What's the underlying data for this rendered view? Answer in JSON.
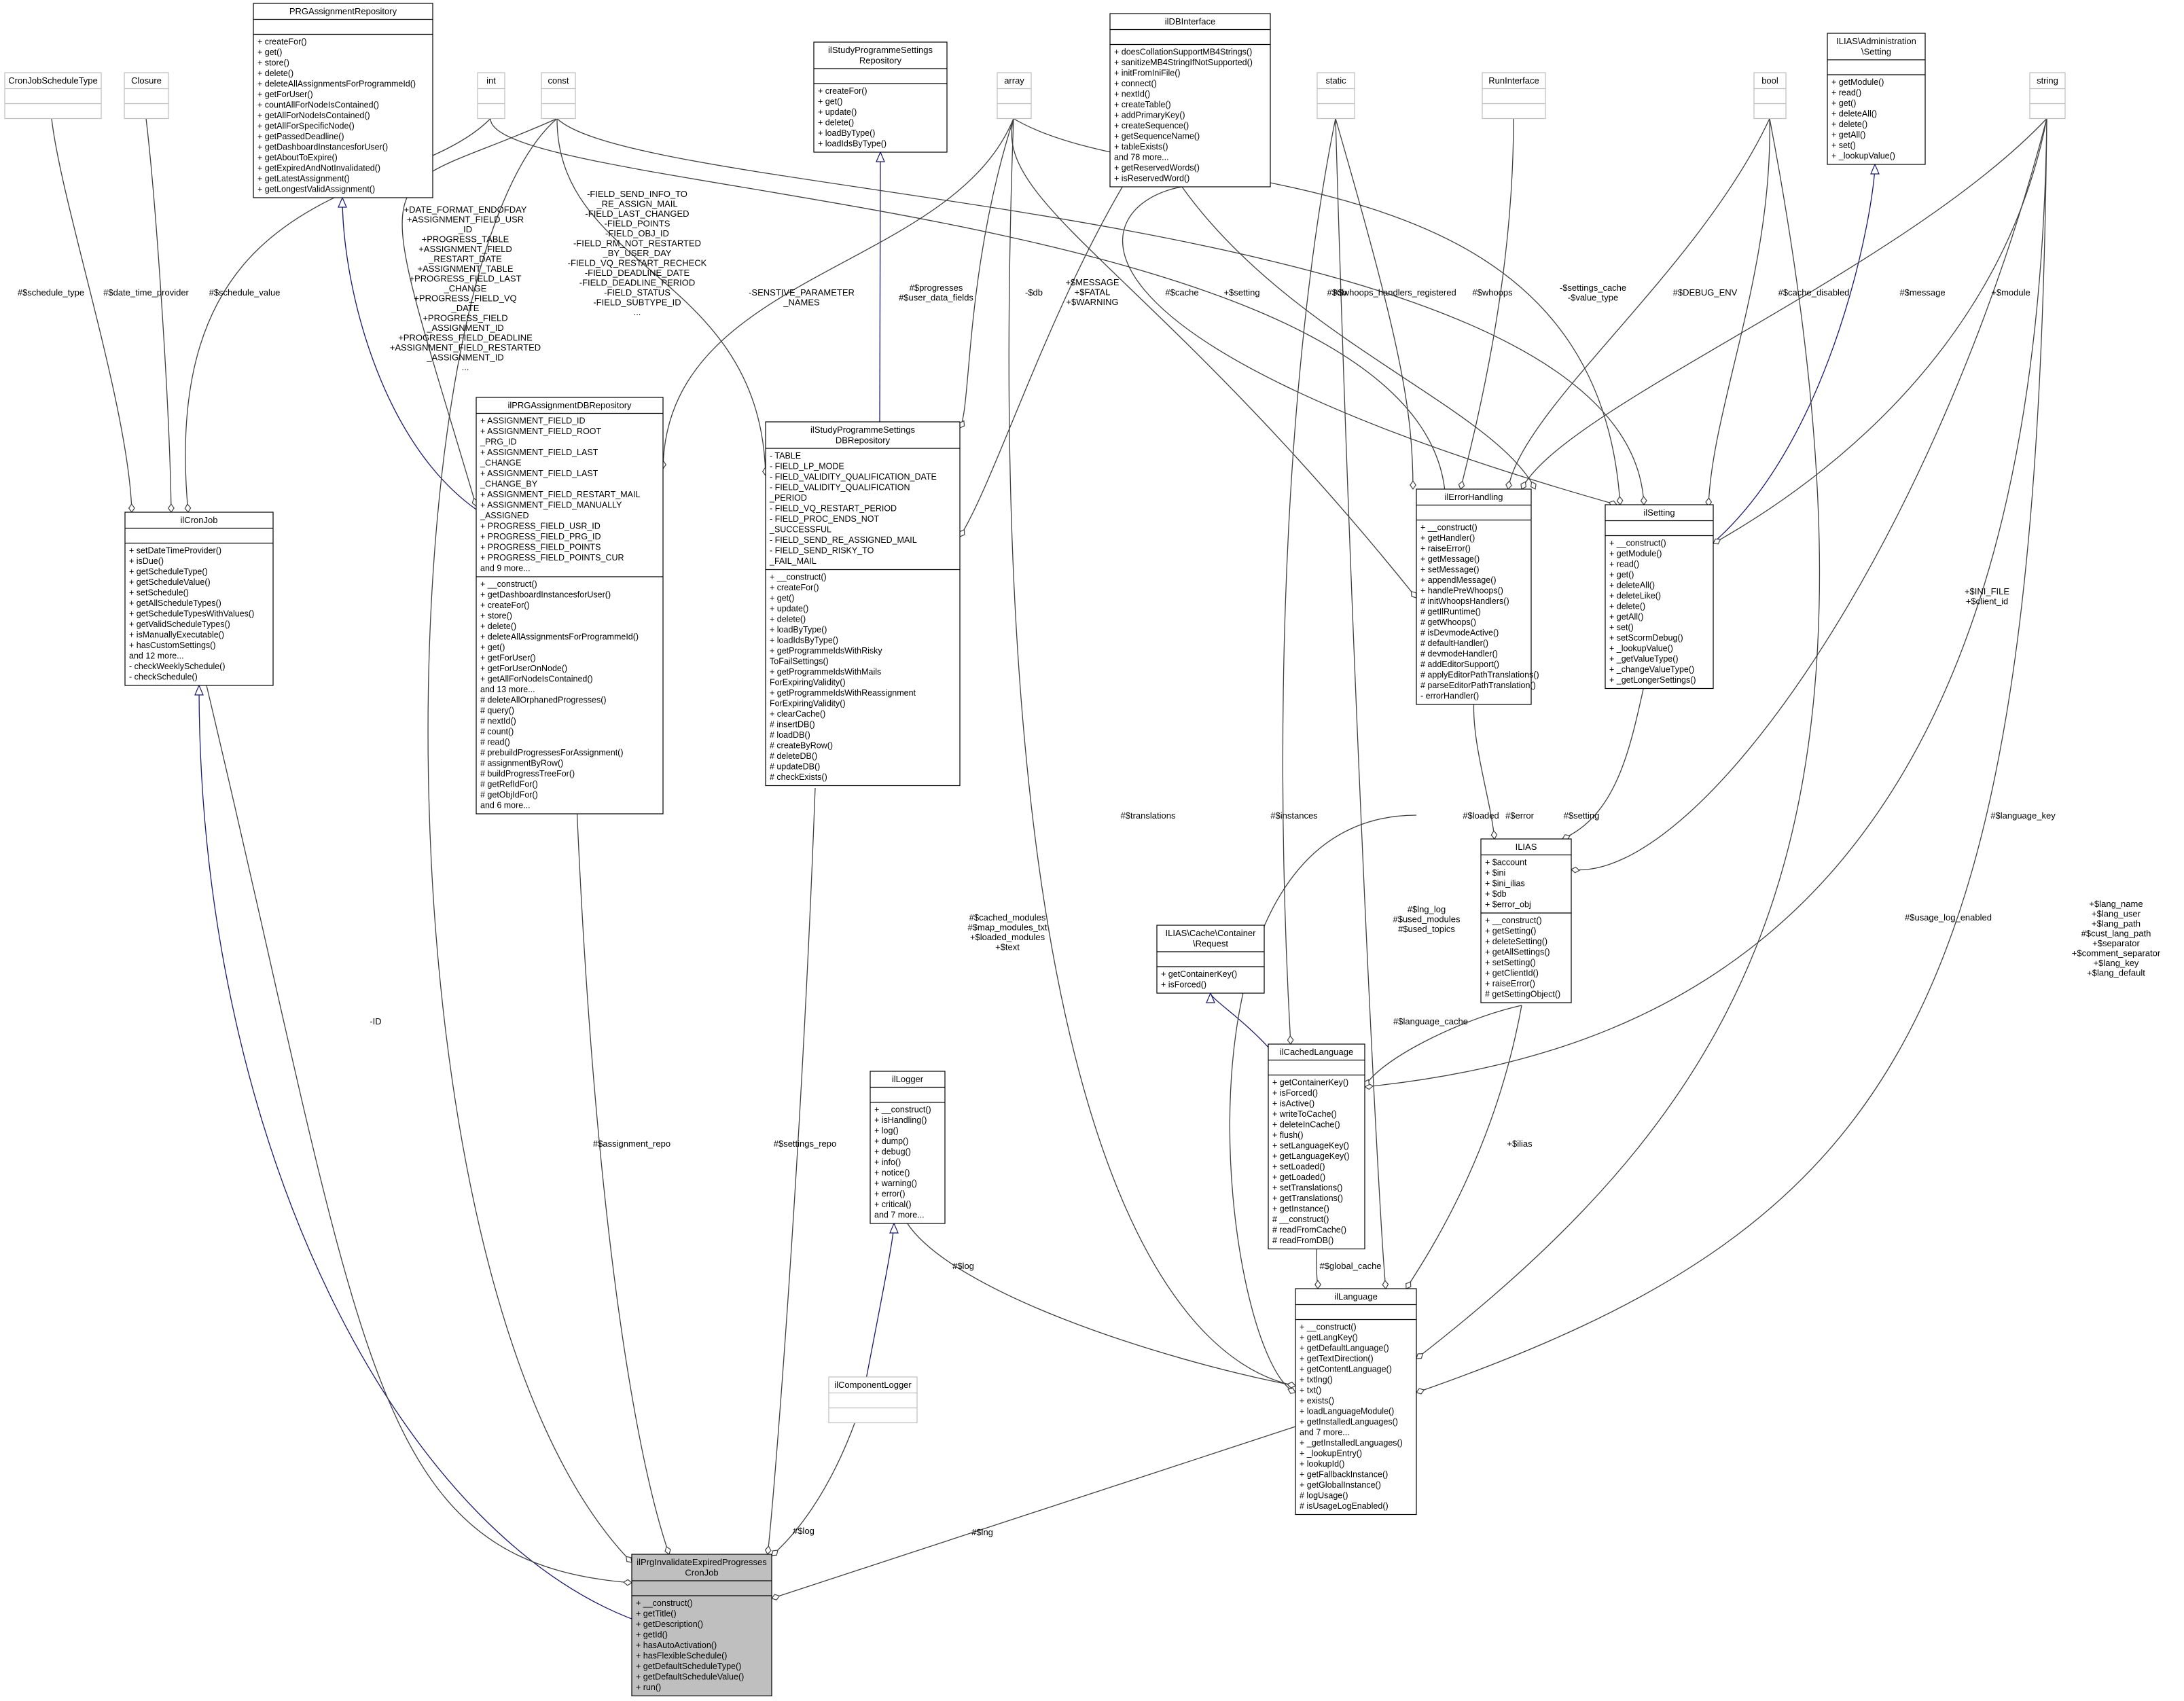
{
  "diagram": {
    "classes": [
      {
        "id": "PRGAssignmentRepository",
        "title": [
          "PRGAssignmentRepository"
        ],
        "attrs": [],
        "methods": [
          "+ createFor()",
          "+ get()",
          "+ store()",
          "+ delete()",
          "+ deleteAllAssignmentsForProgrammeId()",
          "+ getForUser()",
          "+ countAllForNodeIsContained()",
          "+ getAllForNodeIsContained()",
          "+ getAllForSpecificNode()",
          "+ getPassedDeadline()",
          "+ getDashboardInstancesforUser()",
          "+ getAboutToExpire()",
          "+ getExpiredAndNotInvalidated()",
          "+ getLatestAssignment()",
          "+ getLongestValidAssignment()"
        ]
      },
      {
        "id": "CronJobScheduleType",
        "title": [
          "CronJobScheduleType"
        ],
        "attrs": [],
        "methods": []
      },
      {
        "id": "Closure",
        "title": [
          "Closure"
        ],
        "attrs": [],
        "methods": []
      },
      {
        "id": "int",
        "title": [
          "int"
        ],
        "attrs": [],
        "methods": []
      },
      {
        "id": "const",
        "title": [
          "const"
        ],
        "attrs": [],
        "methods": []
      },
      {
        "id": "ilStudyProgrammeSettingsRepository",
        "title": [
          "ilStudyProgrammeSettings",
          "Repository"
        ],
        "attrs": [],
        "methods": [
          "+ createFor()",
          "+ get()",
          "+ update()",
          "+ delete()",
          "+ loadByType()",
          "+ loadIdsByType()"
        ]
      },
      {
        "id": "array",
        "title": [
          "array"
        ],
        "attrs": [],
        "methods": []
      },
      {
        "id": "ilDBInterface",
        "title": [
          "ilDBInterface"
        ],
        "attrs": [],
        "methods": [
          "+ doesCollationSupportMB4Strings()",
          "+ sanitizeMB4StringIfNotSupported()",
          "+ initFromIniFile()",
          "+ connect()",
          "+ nextId()",
          "+ createTable()",
          "+ addPrimaryKey()",
          "+ createSequence()",
          "+ getSequenceName()",
          "+ tableExists()",
          "and 78 more...",
          "+ getReservedWords()",
          "+ isReservedWord()"
        ]
      },
      {
        "id": "static",
        "title": [
          "static"
        ],
        "attrs": [],
        "methods": []
      },
      {
        "id": "RunInterface",
        "title": [
          "RunInterface"
        ],
        "attrs": [],
        "methods": []
      },
      {
        "id": "bool",
        "title": [
          "bool"
        ],
        "attrs": [],
        "methods": []
      },
      {
        "id": "ILIASAdministrationSetting",
        "title": [
          "ILIAS\\Administration",
          "\\Setting"
        ],
        "attrs": [],
        "methods": [
          "+ getModule()",
          "+ read()",
          "+ get()",
          "+ deleteAll()",
          "+ delete()",
          "+ getAll()",
          "+ set()",
          "+ _lookupValue()"
        ]
      },
      {
        "id": "string",
        "title": [
          "string"
        ],
        "attrs": [],
        "methods": []
      },
      {
        "id": "ilCronJob",
        "title": [
          "ilCronJob"
        ],
        "attrs": [],
        "methods": [
          "+ setDateTimeProvider()",
          "+ isDue()",
          "+ getScheduleType()",
          "+ getScheduleValue()",
          "+ setSchedule()",
          "+ getAllScheduleTypes()",
          "+ getScheduleTypesWithValues()",
          "+ getValidScheduleTypes()",
          "+ isManuallyExecutable()",
          "+ hasCustomSettings()",
          "and 12 more...",
          "- checkWeeklySchedule()",
          "- checkSchedule()"
        ]
      },
      {
        "id": "ilPRGAssignmentDBRepository",
        "title": [
          "ilPRGAssignmentDBRepository"
        ],
        "attrs": [
          "+ ASSIGNMENT_FIELD_ID",
          "+ ASSIGNMENT_FIELD_ROOT",
          "_PRG_ID",
          "+ ASSIGNMENT_FIELD_LAST",
          "_CHANGE",
          "+ ASSIGNMENT_FIELD_LAST",
          "_CHANGE_BY",
          "+ ASSIGNMENT_FIELD_RESTART_MAIL",
          "+ ASSIGNMENT_FIELD_MANUALLY",
          "_ASSIGNED",
          "+ PROGRESS_FIELD_USR_ID",
          "+ PROGRESS_FIELD_PRG_ID",
          "+ PROGRESS_FIELD_POINTS",
          "+ PROGRESS_FIELD_POINTS_CUR",
          "and 9 more..."
        ],
        "methods": [
          "+ __construct()",
          "+ getDashboardInstancesforUser()",
          "+ createFor()",
          "+ store()",
          "+ delete()",
          "+ deleteAllAssignmentsForProgrammeId()",
          "+ get()",
          "+ getForUser()",
          "+ getForUserOnNode()",
          "+ getAllForNodeIsContained()",
          "and 13 more...",
          "# deleteAllOrphanedProgresses()",
          "# query()",
          "# nextId()",
          "# count()",
          "# read()",
          "# prebuildProgressesForAssignment()",
          "# assignmentByRow()",
          "# buildProgressTreeFor()",
          "# getRefIdFor()",
          "# getObjIdFor()",
          "and 6 more..."
        ]
      },
      {
        "id": "ilStudyProgrammeSettingsDBRepository",
        "title": [
          "ilStudyProgrammeSettings",
          "DBRepository"
        ],
        "attrs": [
          "- TABLE",
          "- FIELD_LP_MODE",
          "- FIELD_VALIDITY_QUALIFICATION_DATE",
          "- FIELD_VALIDITY_QUALIFICATION",
          "_PERIOD",
          "- FIELD_VQ_RESTART_PERIOD",
          "- FIELD_PROC_ENDS_NOT",
          "_SUCCESSFUL",
          "- FIELD_SEND_RE_ASSIGNED_MAIL",
          "- FIELD_SEND_RISKY_TO",
          "_FAIL_MAIL"
        ],
        "methods": [
          "+ __construct()",
          "+ createFor()",
          "+ get()",
          "+ update()",
          "+ delete()",
          "+ loadByType()",
          "+ loadIdsByType()",
          "+ getProgrammeIdsWithRisky",
          "ToFailSettings()",
          "+ getProgrammeIdsWithMails",
          "ForExpiringValidity()",
          "+ getProgrammeIdsWithReassignment",
          "ForExpiringValidity()",
          "+ clearCache()",
          "# insertDB()",
          "# loadDB()",
          "# createByRow()",
          "# deleteDB()",
          "# updateDB()",
          "# checkExists()"
        ]
      },
      {
        "id": "ilErrorHandling",
        "title": [
          "ilErrorHandling"
        ],
        "attrs": [],
        "methods": [
          "+ __construct()",
          "+ getHandler()",
          "+ raiseError()",
          "+ getMessage()",
          "+ setMessage()",
          "+ appendMessage()",
          "+ handlePreWhoops()",
          "# initWhoopsHandlers()",
          "# getIlRuntime()",
          "# getWhoops()",
          "# isDevmodeActive()",
          "# defaultHandler()",
          "# devmodeHandler()",
          "# addEditorSupport()",
          "# applyEditorPathTranslations()",
          "# parseEditorPathTranslation()",
          "- errorHandler()"
        ]
      },
      {
        "id": "ilSetting",
        "title": [
          "ilSetting"
        ],
        "attrs": [],
        "methods": [
          "+ __construct()",
          "+ getModule()",
          "+ read()",
          "+ get()",
          "+ deleteAll()",
          "+ deleteLike()",
          "+ delete()",
          "+ getAll()",
          "+ set()",
          "+ setScormDebug()",
          "+ _lookupValue()",
          "+ _getValueType()",
          "+ _changeValueType()",
          "+ _getLongerSettings()"
        ]
      },
      {
        "id": "ILIAS",
        "title": [
          "ILIAS"
        ],
        "attrs": [
          "+ $account",
          "+ $ini",
          "+ $ini_ilias",
          "+ $db",
          "+ $error_obj"
        ],
        "methods": [
          "+ __construct()",
          "+ getSetting()",
          "+ deleteSetting()",
          "+ getAllSettings()",
          "+ setSetting()",
          "+ getClientId()",
          "+ raiseError()",
          "# getSettingObject()"
        ]
      },
      {
        "id": "ILIASCacheContainerRequest",
        "title": [
          "ILIAS\\Cache\\Container",
          "\\Request"
        ],
        "attrs": [],
        "methods": [
          "+ getContainerKey()",
          "+ isForced()"
        ]
      },
      {
        "id": "ilLogger",
        "title": [
          "ilLogger"
        ],
        "attrs": [],
        "methods": [
          "+ __construct()",
          "+ isHandling()",
          "+ log()",
          "+ dump()",
          "+ debug()",
          "+ info()",
          "+ notice()",
          "+ warning()",
          "+ error()",
          "+ critical()",
          "and 7 more..."
        ]
      },
      {
        "id": "ilCachedLanguage",
        "title": [
          "ilCachedLanguage"
        ],
        "attrs": [],
        "methods": [
          "+ getContainerKey()",
          "+ isForced()",
          "+ isActive()",
          "+ writeToCache()",
          "+ deleteInCache()",
          "+ flush()",
          "+ setLanguageKey()",
          "+ getLanguageKey()",
          "+ setLoaded()",
          "+ getLoaded()",
          "+ setTranslations()",
          "+ getTranslations()",
          "+ getInstance()",
          "# __construct()",
          "# readFromCache()",
          "# readFromDB()"
        ]
      },
      {
        "id": "ilComponentLogger",
        "title": [
          "ilComponentLogger"
        ],
        "attrs": [],
        "methods": []
      },
      {
        "id": "ilLanguage",
        "title": [
          "ilLanguage"
        ],
        "attrs": [],
        "methods": [
          "+ __construct()",
          "+ getLangKey()",
          "+ getDefaultLanguage()",
          "+ getTextDirection()",
          "+ getContentLanguage()",
          "+ txtlng()",
          "+ txt()",
          "+ exists()",
          "+ loadLanguageModule()",
          "+ getInstalledLanguages()",
          "and 7 more...",
          "+ _getInstalledLanguages()",
          "+ _lookupEntry()",
          "+ lookupId()",
          "+ getFallbackInstance()",
          "+ getGlobalInstance()",
          "# logUsage()",
          "# isUsageLogEnabled()"
        ]
      },
      {
        "id": "ilPrgInvalidateExpiredProgressesCronJob",
        "title": [
          "ilPrgInvalidateExpiredProgresses",
          "CronJob"
        ],
        "attrs": [],
        "methods": [
          "+ __construct()",
          "+ getTitle()",
          "+ getDescription()",
          "+ getId()",
          "+ hasAutoActivation()",
          "+ hasFlexibleSchedule()",
          "+ getDefaultScheduleType()",
          "+ getDefaultScheduleValue()",
          "+ run()"
        ]
      }
    ],
    "edge_labels": [
      {
        "id": "schedule_type",
        "lines": [
          "#$schedule_type"
        ]
      },
      {
        "id": "date_time_provider",
        "lines": [
          "#$date_time_provider"
        ]
      },
      {
        "id": "schedule_value",
        "lines": [
          "#$schedule_value"
        ]
      },
      {
        "id": "assign_consts",
        "lines": [
          "+DATE_FORMAT_ENDOFDAY",
          "+ASSIGNMENT_FIELD_USR",
          "_ID",
          "+PROGRESS_TABLE",
          "+ASSIGNMENT_FIELD",
          "_RESTART_DATE",
          "+ASSIGNMENT_TABLE",
          "+PROGRESS_FIELD_LAST",
          "_CHANGE",
          "+PROGRESS_FIELD_VQ",
          "_DATE",
          "+PROGRESS_FIELD",
          "_ASSIGNMENT_ID",
          "+PROGRESS_FIELD_DEADLINE",
          "+ASSIGNMENT_FIELD_RESTARTED",
          "_ASSIGNMENT_ID",
          "..."
        ]
      },
      {
        "id": "settings_consts",
        "lines": [
          "-FIELD_SEND_INFO_TO",
          "_RE_ASSIGN_MAIL",
          "-FIELD_LAST_CHANGED",
          "-FIELD_POINTS",
          "-FIELD_OBJ_ID",
          "-FIELD_RM_NOT_RESTARTED",
          "_BY_USER_DAY",
          "-FIELD_VQ_RESTART_RECHECK",
          "-FIELD_DEADLINE_DATE",
          "-FIELD_DEADLINE_PERIOD",
          "-FIELD_STATUS",
          "-FIELD_SUBTYPE_ID",
          "..."
        ]
      },
      {
        "id": "sensitive",
        "lines": [
          "-SENSTIVE_PARAMETER",
          "_NAMES"
        ]
      },
      {
        "id": "progresses",
        "lines": [
          "#$progresses",
          "#$user_data_fields"
        ]
      },
      {
        "id": "db1",
        "lines": [
          "-$db"
        ]
      },
      {
        "id": "message_consts",
        "lines": [
          "+$MESSAGE",
          "+$FATAL",
          "+$WARNING"
        ]
      },
      {
        "id": "cache",
        "lines": [
          "#$cache"
        ]
      },
      {
        "id": "setting_lbl",
        "lines": [
          "+$setting"
        ]
      },
      {
        "id": "db2",
        "lines": [
          "#$db"
        ]
      },
      {
        "id": "whoops_reg",
        "lines": [
          "#$whoops_handlers_registered"
        ]
      },
      {
        "id": "whoops",
        "lines": [
          "#$whoops"
        ]
      },
      {
        "id": "settings_cache",
        "lines": [
          "-$settings_cache",
          "-$value_type"
        ]
      },
      {
        "id": "debug_env",
        "lines": [
          "#$DEBUG_ENV"
        ]
      },
      {
        "id": "cache_disabled",
        "lines": [
          "#$cache_disabled"
        ]
      },
      {
        "id": "message",
        "lines": [
          "#$message"
        ]
      },
      {
        "id": "module",
        "lines": [
          "+$module"
        ]
      },
      {
        "id": "ini_file",
        "lines": [
          "+$INI_FILE",
          "+$client_id"
        ]
      },
      {
        "id": "id",
        "lines": [
          "-ID"
        ]
      },
      {
        "id": "assignment_repo",
        "lines": [
          "#$assignment_repo"
        ]
      },
      {
        "id": "settings_repo",
        "lines": [
          "#$settings_repo"
        ]
      },
      {
        "id": "cached_modules",
        "lines": [
          "#$cached_modules",
          "#$map_modules_txt",
          "+$loaded_modules",
          "+$text"
        ]
      },
      {
        "id": "translations",
        "lines": [
          "#$translations"
        ]
      },
      {
        "id": "instances",
        "lines": [
          "#$instances"
        ]
      },
      {
        "id": "lng_log",
        "lines": [
          "#$lng_log",
          "#$used_modules",
          "#$used_topics"
        ]
      },
      {
        "id": "loaded",
        "lines": [
          "#$loaded"
        ]
      },
      {
        "id": "error",
        "lines": [
          "#$error"
        ]
      },
      {
        "id": "setting2",
        "lines": [
          "#$setting"
        ]
      },
      {
        "id": "language_key",
        "lines": [
          "#$language_key"
        ]
      },
      {
        "id": "usage_log",
        "lines": [
          "#$usage_log_enabled"
        ]
      },
      {
        "id": "lang_vars",
        "lines": [
          "+$lang_name",
          "+$lang_user",
          "+$lang_path",
          "#$cust_lang_path",
          "+$separator",
          "+$comment_separator",
          "+$lang_key",
          "+$lang_default"
        ]
      },
      {
        "id": "language_cache",
        "lines": [
          "#$language_cache"
        ]
      },
      {
        "id": "ilias",
        "lines": [
          "+$ilias"
        ]
      },
      {
        "id": "log1",
        "lines": [
          "#$log"
        ]
      },
      {
        "id": "global_cache",
        "lines": [
          "#$global_cache"
        ]
      },
      {
        "id": "log2",
        "lines": [
          "#$log"
        ]
      },
      {
        "id": "lng",
        "lines": [
          "#$lng"
        ]
      }
    ],
    "colors": {
      "highlight": "#bfbfbf",
      "inherit": "#191970",
      "edge": "#404040",
      "border": "#000000",
      "ghost_border": "#bfbfbf"
    }
  }
}
